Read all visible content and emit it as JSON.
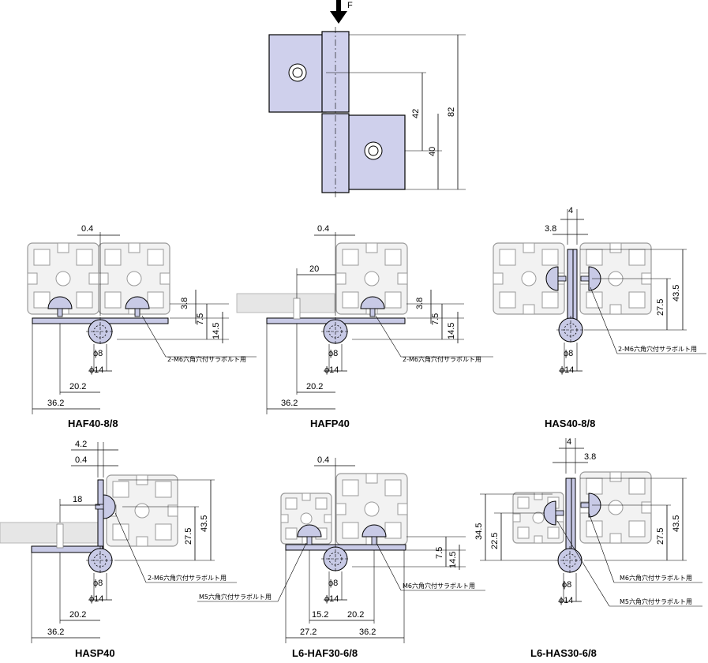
{
  "top_view": {
    "force_label": "F",
    "dims": [
      "42",
      "40",
      "82"
    ]
  },
  "drawings": [
    {
      "caption": "HAF40-8/8",
      "dims": [
        "0.4",
        "3.8",
        "7.5",
        "14.5",
        "ϕ8",
        "ϕ14",
        "20.2",
        "36.2"
      ],
      "note": "2-M6六角穴付サラボルト用"
    },
    {
      "caption": "HAFP40",
      "dims": [
        "0.4",
        "20",
        "3.8",
        "7.5",
        "14.5",
        "ϕ8",
        "ϕ14",
        "20.2",
        "36.2"
      ],
      "note": "2-M6六角穴付サラボルト用"
    },
    {
      "caption": "HAS40-8/8",
      "dims": [
        "4",
        "3.8",
        "27.5",
        "43.5",
        "ϕ8",
        "ϕ14"
      ],
      "note": "2-M6六角穴付サラボルト用"
    },
    {
      "caption": "HASP40",
      "dims": [
        "4.2",
        "0.4",
        "18",
        "27.5",
        "43.5",
        "ϕ8",
        "ϕ14",
        "20.2",
        "36.2"
      ],
      "note": "2-M6六角穴付サラボルト用"
    },
    {
      "caption": "L6-HAF30-6/8",
      "dims": [
        "0.4",
        "7.5",
        "14.5",
        "ϕ8",
        "ϕ14",
        "15.2",
        "20.2",
        "27.2",
        "36.2"
      ],
      "note_left": "M5六角穴付サラボルト用",
      "note_right": "M6六角穴付サラボルト用"
    },
    {
      "caption": "L6-HAS30-6/8",
      "dims": [
        "4",
        "3.8",
        "34.5",
        "22.5",
        "27.5",
        "43.5",
        "ϕ8",
        "ϕ14"
      ],
      "note_a": "M6六角穴付サラボルト用",
      "note_b": "M5六角穴付サラボルト用"
    }
  ]
}
